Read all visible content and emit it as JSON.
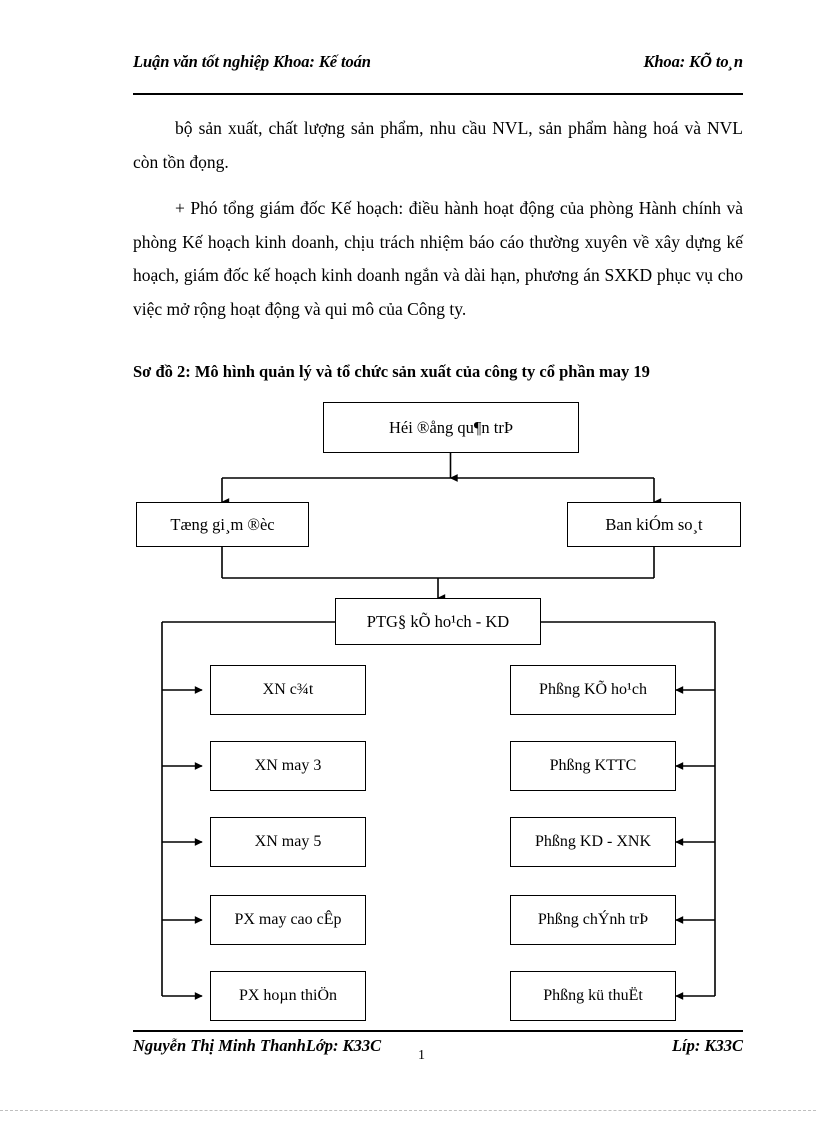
{
  "header": {
    "left": "Luận văn tốt nghiệp Khoa: Kế toán",
    "right": "Khoa: KÕ to¸n"
  },
  "body": {
    "paragraphs": [
      "bộ sản xuất, chất lượng sản phẩm, nhu cầu NVL, sản phẩm hàng hoá và NVL còn tồn đọng.",
      "+ Phó tổng giám đốc Kế hoạch: điều hành hoạt động của phòng Hành chính và phòng Kế hoạch kinh doanh, chịu trách nhiệm báo cáo thường xuyên về xây dựng kế hoạch, giám đốc kế hoạch kinh doanh ngắn và dài hạn, phương án SXKD phục vụ cho việc mở rộng hoạt động và qui mô của Công ty."
    ]
  },
  "caption": "Sơ đồ 2: Mô hình quản lý và tổ chức sản xuất của công ty cổ phần may 19",
  "diagram": {
    "nodes": {
      "board": "Héi ®ång qu¶n trÞ",
      "general_director": "Tæng gi¸m ®èc",
      "inspection_board": "Ban kiÓm so¸t",
      "deputy_director": "PTG§ kÕ ho¹ch - KD",
      "left": [
        "XN c¾t",
        "XN may 3",
        "XN may 5",
        "PX may cao cÊp",
        "PX hoµn thiÖn"
      ],
      "right": [
        "Phßng KÕ ho¹ch",
        "Phßng KTTC",
        "Phßng KD - XNK",
        "Phßng chÝnh trÞ",
        "Phßng kü thuËt"
      ]
    }
  },
  "footer": {
    "left": "Nguyễn Thị Minh ThanhLớp: K33C",
    "right": "Líp: K33C",
    "page_number": "1"
  },
  "colors": {
    "ink": "#000000",
    "paper": "#ffffff"
  }
}
